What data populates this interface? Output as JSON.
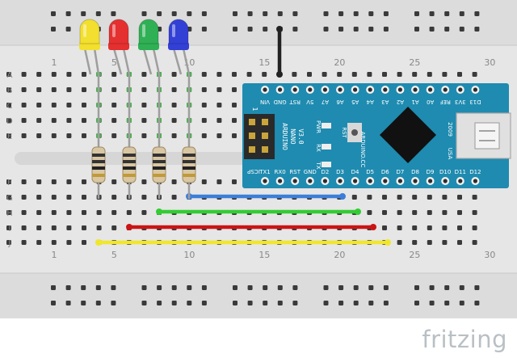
{
  "watermark": "fritzing",
  "breadboard": {
    "columns": 30,
    "rows_top": [
      "A",
      "B",
      "C",
      "D",
      "E"
    ],
    "rows_bottom": [
      "F",
      "G",
      "H",
      "I",
      "J"
    ],
    "column_labels": [
      "1",
      "5",
      "10",
      "15",
      "20",
      "25",
      "30"
    ],
    "colors": {
      "board": "#e6e6e6",
      "rail": "#dcdcdc",
      "hole": "#333333",
      "hole_active": "#4caf50",
      "divider": "#d0d0d0"
    }
  },
  "leds": [
    {
      "name": "yellow",
      "color": "#f2df2e"
    },
    {
      "name": "red",
      "color": "#e53030"
    },
    {
      "name": "green",
      "color": "#2fb054"
    },
    {
      "name": "blue",
      "color": "#3340d6"
    }
  ],
  "wires": [
    {
      "name": "black-wire",
      "color": "#222222"
    },
    {
      "name": "blue-wire",
      "color": "#3c7ed8"
    },
    {
      "name": "green-wire",
      "color": "#33cc33"
    },
    {
      "name": "red-wire",
      "color": "#cc1414"
    },
    {
      "name": "yellow-wire",
      "color": "#f0e62e"
    }
  ],
  "arduino": {
    "color": "#1f8bb0",
    "label_lines": [
      "ARDUINO",
      "NANO",
      "V3.0"
    ],
    "pwr": "PWR",
    "rx": "RX",
    "tx": "TX",
    "rst": "RST",
    "icsp": "ICSP",
    "one": "1",
    "brand": "ARDUINO.CC",
    "year": "2009",
    "usa": "USA",
    "top_pins": [
      "VIN",
      "GND",
      "RST",
      "5V",
      "A7",
      "A6",
      "A5",
      "A4",
      "A3",
      "A2",
      "A1",
      "A0",
      "REF",
      "3V3",
      "D13"
    ],
    "bottom_pins": [
      "TX1",
      "RX0",
      "RST",
      "GND",
      "D2",
      "D3",
      "D4",
      "D5",
      "D6",
      "D7",
      "D8",
      "D9",
      "D10",
      "D11",
      "D12"
    ]
  }
}
